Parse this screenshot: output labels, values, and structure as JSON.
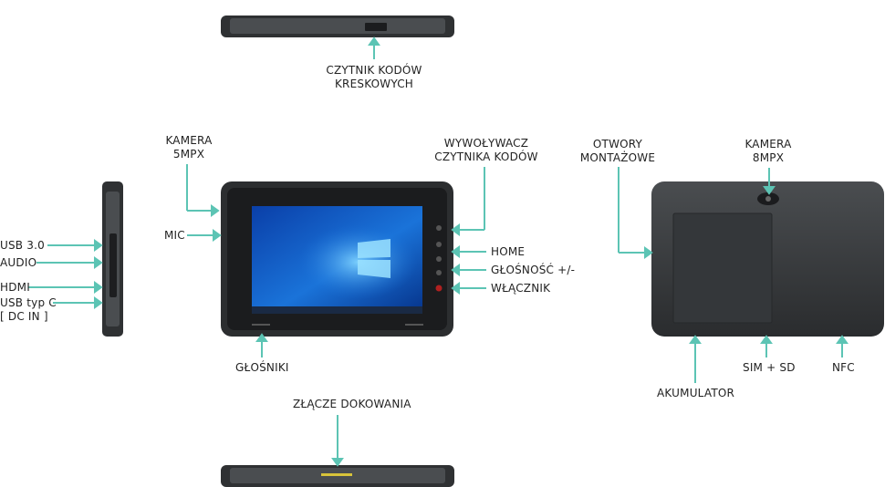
{
  "accent": "#5cc4b4",
  "labels": {
    "barcode_reader": [
      "CZYTNIK KODÓW",
      "KRESKOWYCH"
    ],
    "camera_front": [
      "KAMERA",
      "5MPX"
    ],
    "mic": "MIC",
    "usb3": "USB 3.0",
    "audio": "AUDIO",
    "hdmi": "HDMI",
    "usbc": [
      "USB typ C",
      "[ DC IN ]"
    ],
    "barcode_trigger": [
      "WYWOŁYWACZ",
      "CZYTNIKA KODÓW"
    ],
    "home": "HOME",
    "volume": "GŁOŚNOŚĆ +/-",
    "power": "WŁĄCZNIK",
    "speakers": "GŁOŚNIKI",
    "mount_holes": [
      "OTWORY",
      "MONTAŻOWE"
    ],
    "camera_rear": [
      "KAMERA",
      "8MPX"
    ],
    "battery": "AKUMULATOR",
    "sim_sd": "SIM + SD",
    "nfc": "NFC",
    "dock": "ZŁĄCZE DOKOWANIA"
  }
}
